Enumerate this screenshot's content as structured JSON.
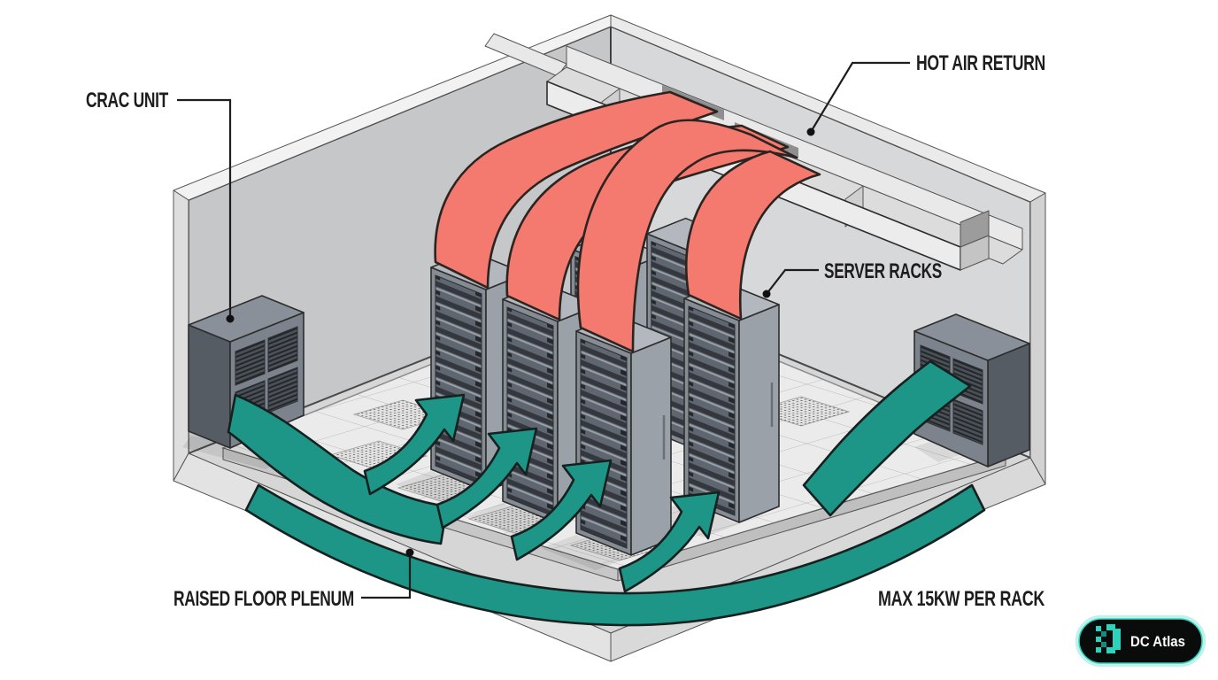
{
  "diagram": {
    "labels": {
      "crac_unit": "CRAC UNIT",
      "hot_air_return": "HOT AIR RETURN",
      "server_racks": "SERVER RACKS",
      "raised_floor_plenum": "RAISED FLOOR PLENUM"
    },
    "annotations": {
      "max_power_per_rack": "MAX 15KW PER RACK"
    },
    "colors": {
      "cold_air": "#1d9687",
      "hot_air": "#f4796f",
      "label_text": "#1d1d1d",
      "wall_left": "#c6c7c8",
      "wall_right": "#d7d8d9",
      "floor_tile": "#ebebeb",
      "rack_body": "#878d95",
      "badge_bg": "#0a0c0c",
      "badge_accent": "#2ed3be"
    },
    "icons": {
      "leader_dot": "point-marker-icon",
      "badge_logo": "dc-atlas-pixel-d-logo-icon"
    }
  },
  "badge": {
    "label": "DC Atlas"
  }
}
